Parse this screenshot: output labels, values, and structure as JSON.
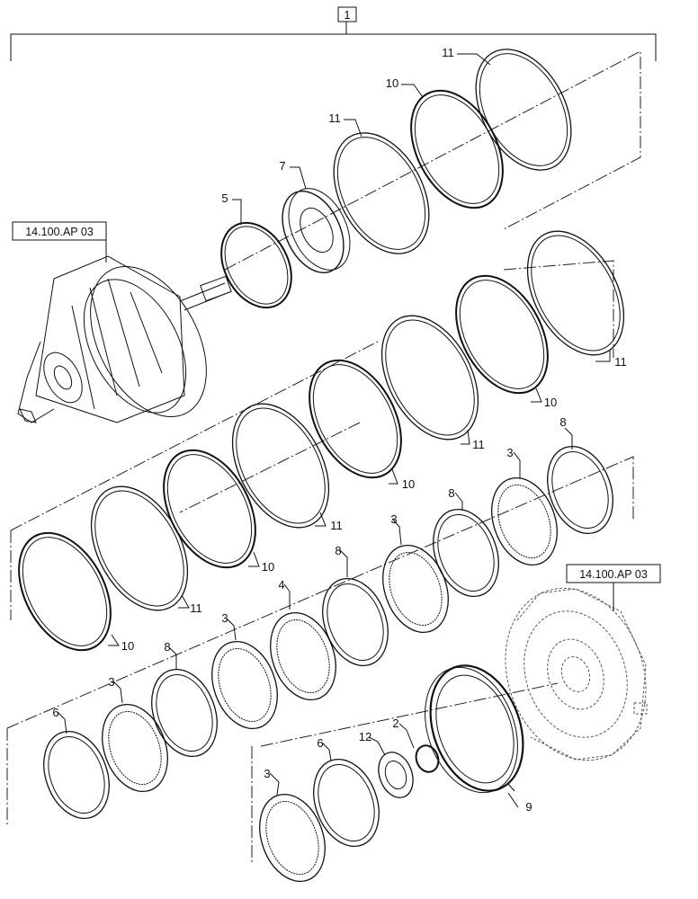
{
  "assembly_label": "1",
  "references": {
    "housing_top": "14.100.AP 03",
    "housing_bottom": "14.100.AP 03"
  },
  "callouts": {
    "c11_top": "11",
    "c10_top": "10",
    "c11_mid1": "11",
    "c7": "7",
    "c5": "5",
    "c11_r": "11",
    "c10_r": "10",
    "c11_r2": "11",
    "c10_r2": "10",
    "c11_r3": "11",
    "c10_l": "10",
    "c11_l": "11",
    "c10_l2": "10",
    "c8_a": "8",
    "c3_a": "3",
    "c8_b": "8",
    "c3_b": "3",
    "c8_c": "8",
    "c4": "4",
    "c3_c": "3",
    "c8_d": "8",
    "c3_d": "3",
    "c6_a": "6",
    "c2": "2",
    "c12": "12",
    "c6_b": "6",
    "c3_e": "3",
    "c9": "9"
  }
}
